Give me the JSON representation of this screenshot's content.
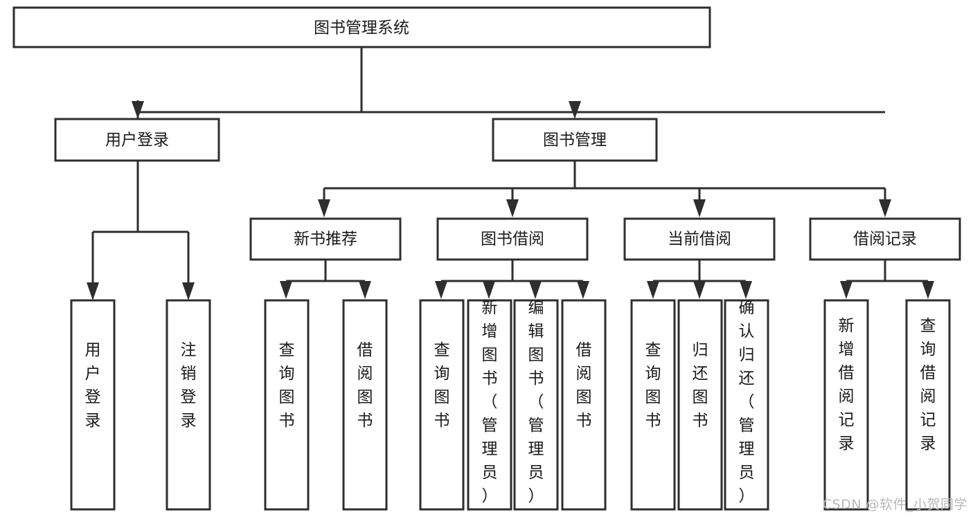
{
  "diagram": {
    "type": "tree-hierarchy-chart",
    "title": "图书管理系统",
    "watermark": "CSDN @软件_小贺同学",
    "colors": {
      "background": "#ffffff",
      "node_fill": "#ffffff",
      "node_stroke": "#2e2e2e",
      "text": "#1a1a1a",
      "watermark": "#b9b9b9"
    },
    "levels": [
      {
        "level": 1,
        "nodes": [
          {
            "id": "root",
            "label": "图书管理系统",
            "orientation": "horizontal"
          }
        ]
      },
      {
        "level": 2,
        "nodes": [
          {
            "id": "user-login",
            "label": "用户登录",
            "orientation": "horizontal",
            "parent": "root"
          },
          {
            "id": "book-management",
            "label": "图书管理",
            "orientation": "horizontal",
            "parent": "root"
          }
        ]
      },
      {
        "level": 3,
        "nodes": [
          {
            "id": "new-book-recommend",
            "label": "新书推荐",
            "orientation": "horizontal",
            "parent": "book-management"
          },
          {
            "id": "book-borrow",
            "label": "图书借阅",
            "orientation": "horizontal",
            "parent": "book-management"
          },
          {
            "id": "current-borrow",
            "label": "当前借阅",
            "orientation": "horizontal",
            "parent": "book-management"
          },
          {
            "id": "borrow-records",
            "label": "借阅记录",
            "orientation": "horizontal",
            "parent": "book-management"
          }
        ]
      },
      {
        "level": 4,
        "nodes": [
          {
            "id": "leaf-user-login",
            "label": "用户登录",
            "orientation": "vertical",
            "parent": "user-login"
          },
          {
            "id": "leaf-user-logout",
            "label": "注销登录",
            "orientation": "vertical",
            "parent": "user-login"
          },
          {
            "id": "leaf-query-books-1",
            "label": "查询图书",
            "orientation": "vertical",
            "parent": "new-book-recommend"
          },
          {
            "id": "leaf-borrow-books-1",
            "label": "借阅图书",
            "orientation": "vertical",
            "parent": "new-book-recommend"
          },
          {
            "id": "leaf-query-books-2",
            "label": "查询图书",
            "orientation": "vertical",
            "parent": "book-borrow"
          },
          {
            "id": "leaf-add-book",
            "label": "新增图书（管理员）",
            "orientation": "vertical",
            "parent": "book-borrow"
          },
          {
            "id": "leaf-edit-book",
            "label": "编辑图书（管理员）",
            "orientation": "vertical",
            "parent": "book-borrow"
          },
          {
            "id": "leaf-borrow-books-2",
            "label": "借阅图书",
            "orientation": "vertical",
            "parent": "book-borrow"
          },
          {
            "id": "leaf-query-books-3",
            "label": "查询图书",
            "orientation": "vertical",
            "parent": "current-borrow"
          },
          {
            "id": "leaf-return-book",
            "label": "归还图书",
            "orientation": "vertical",
            "parent": "current-borrow"
          },
          {
            "id": "leaf-confirm-return",
            "label": "确认归还（管理员）",
            "orientation": "vertical",
            "parent": "current-borrow"
          },
          {
            "id": "leaf-add-record",
            "label": "新增借阅记录",
            "orientation": "vertical",
            "parent": "borrow-records"
          },
          {
            "id": "leaf-query-record",
            "label": "查询借阅记录",
            "orientation": "vertical",
            "parent": "borrow-records"
          }
        ]
      }
    ]
  }
}
